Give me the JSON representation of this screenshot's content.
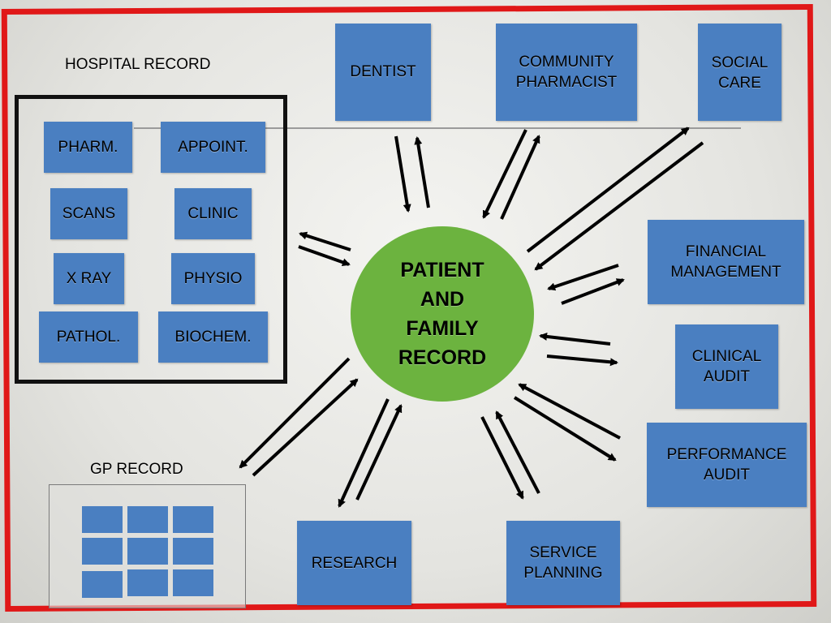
{
  "hospital_record": {
    "title": "HOSPITAL RECORD",
    "items": [
      "PHARM.",
      "APPOINT.",
      "SCANS",
      "CLINIC",
      "X RAY",
      "PHYSIO",
      "PATHOL.",
      "BIOCHEM."
    ]
  },
  "gp_record": {
    "title": "GP RECORD"
  },
  "center": {
    "label": "PATIENT\nAND\nFAMILY\nRECORD"
  },
  "nodes": {
    "dentist": "DENTIST",
    "community_pharmacist": "COMMUNITY\nPHARMACIST",
    "social_care": "SOCIAL\nCARE",
    "financial_management": "FINANCIAL\nMANAGEMENT",
    "clinical_audit": "CLINICAL\nAUDIT",
    "performance_audit": "PERFORMANCE\nAUDIT",
    "service_planning": "SERVICE\nPLANNING",
    "research": "RESEARCH"
  },
  "colors": {
    "box": "#4a7fc1",
    "center": "#6cb33f",
    "frame": "#e01818",
    "arrow": "#000000"
  }
}
